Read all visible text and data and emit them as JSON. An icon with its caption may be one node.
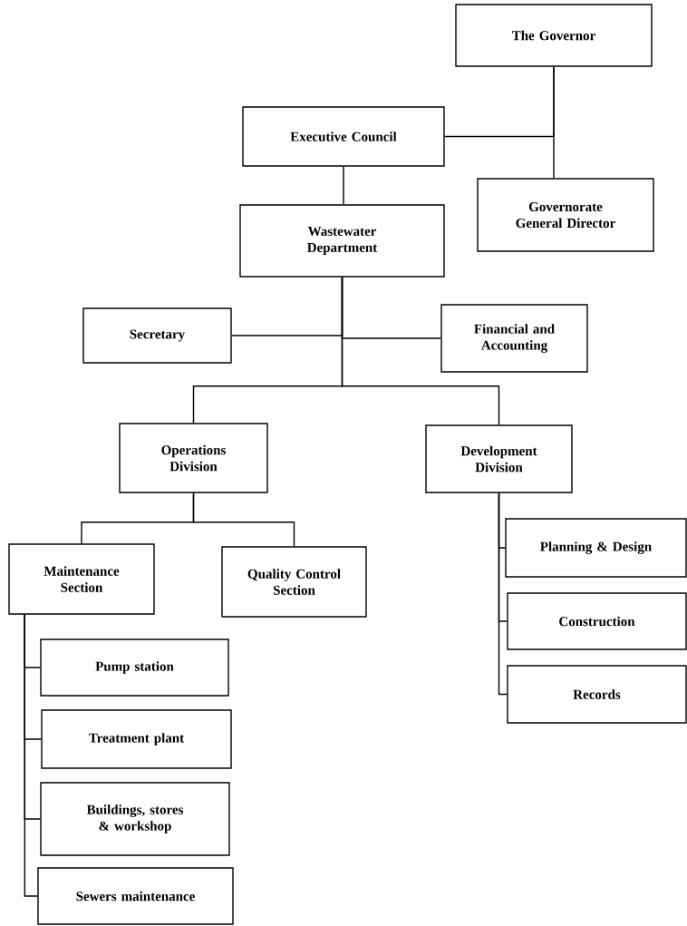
{
  "diagram": {
    "nodes": [
      {
        "text": [
          "The Governor"
        ]
      },
      {
        "text": [
          "Executive Council"
        ]
      },
      {
        "text": [
          "Governorate General Director"
        ]
      },
      {
        "text": [
          "Wastewater Department"
        ]
      },
      {
        "text": [
          "Secretary"
        ]
      },
      {
        "text": [
          "Financial and Accounting"
        ]
      },
      {
        "text": [
          "Operations Division"
        ]
      },
      {
        "text": [
          "Development Division"
        ]
      },
      {
        "text": [
          "Maintenance Section"
        ]
      },
      {
        "text": [
          "Quality Control Section"
        ]
      },
      {
        "text": [
          "Pump station"
        ]
      },
      {
        "text": [
          "Treatment plant"
        ]
      },
      {
        "text": [
          "Buildings, stores & workshop"
        ]
      },
      {
        "text": [
          "Sewers maintenance"
        ]
      },
      {
        "text": [
          "Planning & Design"
        ]
      },
      {
        "text": [
          "Construction"
        ]
      },
      {
        "text": [
          "Records"
        ]
      }
    ],
    "edges": [
      {
        "from": 0,
        "to": 1,
        "arrow": "none"
      },
      {
        "from": 0,
        "to": 2,
        "arrow": "none"
      },
      {
        "from": 1,
        "to": 3,
        "arrow": "none"
      },
      {
        "from": 3,
        "to": 4,
        "arrow": "none"
      },
      {
        "from": 3,
        "to": 5,
        "arrow": "none"
      },
      {
        "from": 3,
        "to": 6,
        "arrow": "none"
      },
      {
        "from": 3,
        "to": 7,
        "arrow": "none"
      },
      {
        "from": 6,
        "to": 8,
        "arrow": "none"
      },
      {
        "from": 6,
        "to": 9,
        "arrow": "none"
      },
      {
        "from": 8,
        "to": 10,
        "arrow": "none"
      },
      {
        "from": 8,
        "to": 11,
        "arrow": "none"
      },
      {
        "from": 8,
        "to": 12,
        "arrow": "none"
      },
      {
        "from": 8,
        "to": 13,
        "arrow": "none"
      },
      {
        "from": 7,
        "to": 14,
        "arrow": "none"
      },
      {
        "from": 7,
        "to": 15,
        "arrow": "none"
      },
      {
        "from": 7,
        "to": 16,
        "arrow": "none"
      }
    ]
  }
}
